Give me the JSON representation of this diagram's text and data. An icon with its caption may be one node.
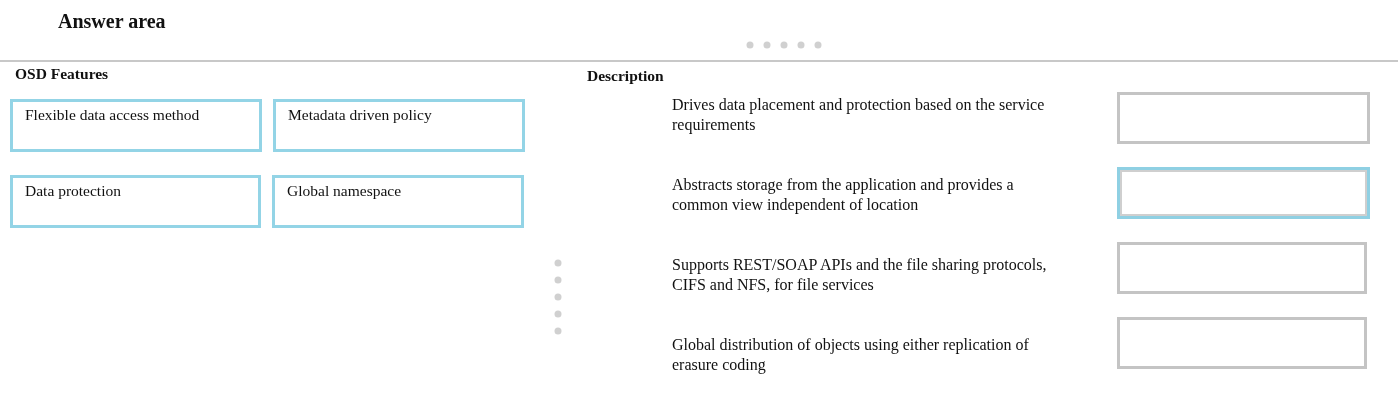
{
  "diagram": {
    "title": "Answer area",
    "nodes": [
      {
        "text": [
          "Flexible data access method"
        ]
      },
      {
        "text": [
          "Metadata driven policy"
        ]
      },
      {
        "text": [
          "Data protection"
        ]
      },
      {
        "text": [
          "Global namespace"
        ]
      },
      {
        "text": [],
        "shape": "box"
      },
      {
        "text": [],
        "shape": "box"
      },
      {
        "text": [],
        "shape": "box"
      },
      {
        "text": [],
        "shape": "box"
      }
    ],
    "edges": [],
    "labels": [
      "OSD Features",
      "Description",
      "Drives data placement and protection based on the service requirements",
      "Abstracts storage from the application and provides a common view independent of location",
      "Supports REST/SOAP APIs and the file sharing protocols, CIFS and NFS, for file services",
      "Global distribution of objects using either replication of erasure coding"
    ]
  }
}
